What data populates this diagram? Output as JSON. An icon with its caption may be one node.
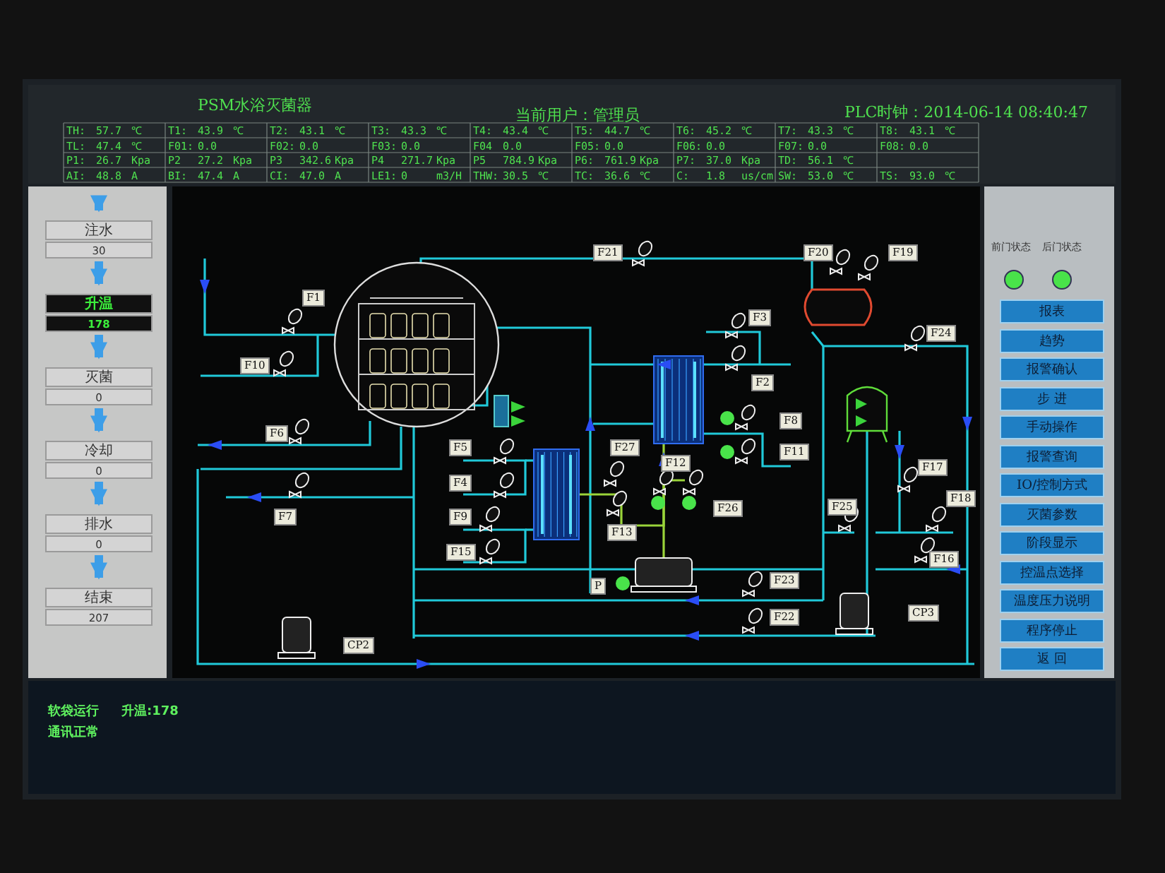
{
  "diagram": {
    "nodes": [
      {
        "text": [
          "注水",
          "30"
        ]
      },
      {
        "text": [
          "升温",
          "178"
        ]
      },
      {
        "text": [
          "灭菌",
          "0"
        ]
      },
      {
        "text": [
          "冷却",
          "0"
        ]
      },
      {
        "text": [
          "排水",
          "0"
        ]
      },
      {
        "text": [
          "结束",
          "207"
        ]
      }
    ],
    "edges": [
      {
        "from": null,
        "to": 0,
        "arrow": "to"
      },
      {
        "from": 0,
        "to": 1,
        "arrow": "to"
      },
      {
        "from": 1,
        "to": 2,
        "arrow": "to"
      },
      {
        "from": 2,
        "to": 3,
        "arrow": "to"
      },
      {
        "from": 3,
        "to": 4,
        "arrow": "to"
      },
      {
        "from": 4,
        "to": 5,
        "arrow": "to"
      }
    ],
    "labels": [
      "PSM水浴灭菌器",
      "当前用户：管理员",
      "PLC时钟：2014-06-14 08:40:47",
      "TH:",
      "57.7",
      "℃",
      "T1:",
      "43.9",
      "℃",
      "T2:",
      "43.1",
      "℃",
      "T3:",
      "43.3",
      "℃",
      "T4:",
      "43.4",
      "℃",
      "T5:",
      "44.7",
      "℃",
      "T6:",
      "45.2",
      "℃",
      "T7:",
      "43.3",
      "℃",
      "T8:",
      "43.1",
      "℃",
      "TL:",
      "47.4",
      "℃",
      "F01:",
      "0.0",
      "F02:",
      "0.0",
      "F03:",
      "0.0",
      "F04",
      "0.0",
      "F05:",
      "0.0",
      "F06:",
      "0.0",
      "F07:",
      "0.0",
      "F08:",
      "0.0",
      "P1:",
      "26.7",
      "Kpa",
      "P2",
      "27.2",
      "Kpa",
      "P3",
      "342.6",
      "Kpa",
      "P4",
      "271.7",
      "Kpa",
      "P5",
      "784.9",
      "Kpa",
      "P6:",
      "761.9",
      "Kpa",
      "P7:",
      "37.0",
      "Kpa",
      "TD:",
      "56.1",
      "℃",
      "AI:",
      "48.8",
      "A",
      "BI:",
      "47.4",
      "A",
      "CI:",
      "47.0",
      "A",
      "LE1:",
      "0",
      "m3/H",
      "THW:",
      "30.5",
      "℃",
      "TC:",
      "36.6",
      "℃",
      "C:",
      "1.8",
      "us/cm",
      "SW:",
      "53.0",
      "℃",
      "TS:",
      "93.0",
      "℃",
      "前门状态",
      "后门状态",
      "报表",
      "趋势",
      "报警确认",
      "步 进",
      "手动操作",
      "报警查询",
      "IO/控制方式",
      "灭菌参数",
      "阶段显示",
      "控温点选择",
      "温度压力说明",
      "程序停止",
      "返 回",
      "F1",
      "F10",
      "F6",
      "F7",
      "F5",
      "F4",
      "F9",
      "F15",
      "CP2",
      "F21",
      "F20",
      "F19",
      "F3",
      "F24",
      "F2",
      "F8",
      "F11",
      "F27",
      "F12",
      "F13",
      "F26",
      "F25",
      "F17",
      "F18",
      "F16",
      "F23",
      "F22",
      "P",
      "CP3",
      "软袋运行",
      "升温:178",
      "通讯正常"
    ]
  }
}
